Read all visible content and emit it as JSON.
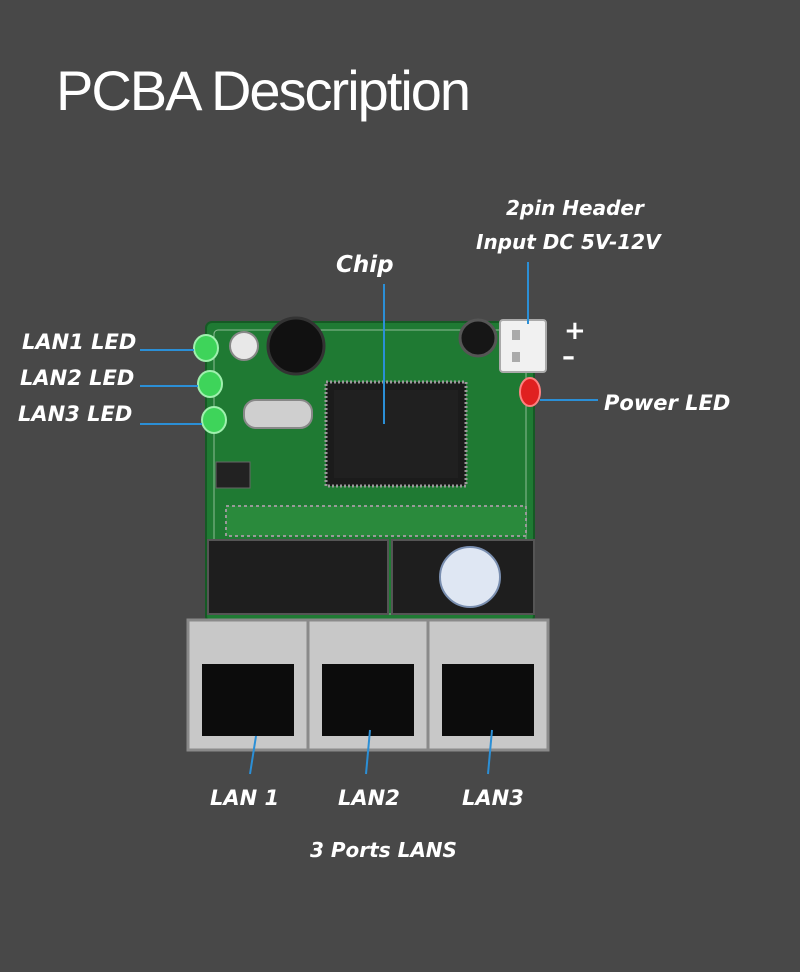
{
  "title": "PCBA Description",
  "labels": {
    "header_line1": "2pin Header",
    "header_line2": "Input DC 5V-12V",
    "chip": "Chip",
    "lan1_led": "LAN1 LED",
    "lan2_led": "LAN2 LED",
    "lan3_led": "LAN3 LED",
    "plus": "+",
    "minus": "–",
    "power_led": "Power LED",
    "lan1": "LAN 1",
    "lan2": "LAN2",
    "lan3": "LAN3",
    "ports": "3 Ports LANS"
  },
  "colors": {
    "background": "#484848",
    "pcb": "#1f7a33",
    "leader": "#2b8fd6",
    "led_green": "#3ed45a",
    "led_red": "#e02020"
  }
}
